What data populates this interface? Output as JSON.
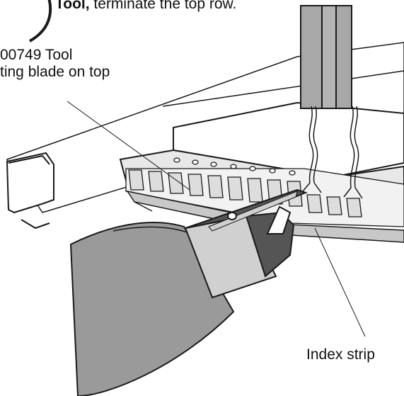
{
  "instruction": {
    "bold": "Tool,",
    "rest": " terminate the top row."
  },
  "labels": {
    "tool_line_1": "00749 Tool",
    "tool_line_2": "ting blade on top",
    "index_strip": "Index strip"
  },
  "colors": {
    "stroke": "#1a1a1a",
    "tool_body": "#9a9a9a",
    "tool_dark": "#555555",
    "tool_light": "#d0d0d0",
    "panel": "#ffffff",
    "shade": "#c8c8c8",
    "column": "#a8a8a8"
  }
}
